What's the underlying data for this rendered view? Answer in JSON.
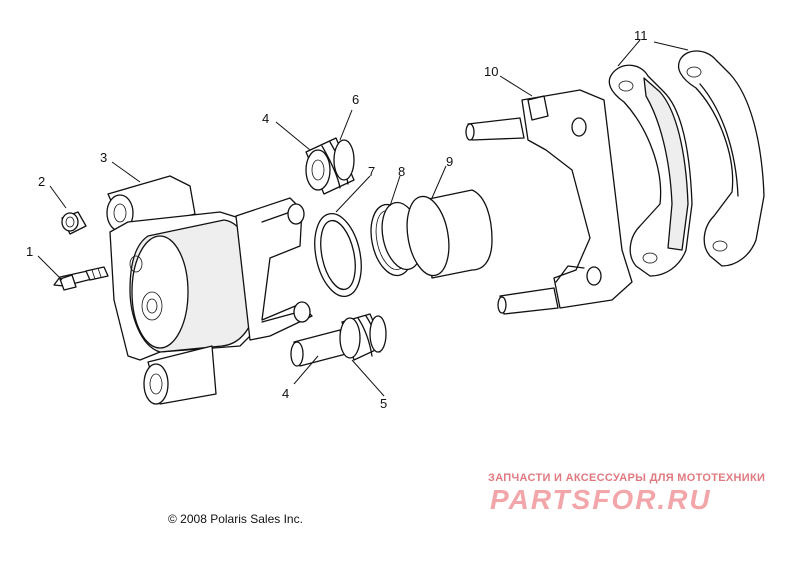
{
  "labels": {
    "l1": "1",
    "l2": "2",
    "l3": "3",
    "l4a": "4",
    "l4b": "4",
    "l5": "5",
    "l6": "6",
    "l7": "7",
    "l8": "8",
    "l9": "9",
    "l10": "10",
    "l11": "11"
  },
  "copyright": "© 2008 Polaris Sales Inc.",
  "watermark": {
    "tagline": "ЗАПЧАСТИ И АКСЕССУАРЫ ДЛЯ МОТОТЕХНИКИ",
    "brand": "PARTSFOR.RU"
  },
  "colors": {
    "line": "#111111",
    "watermark": "#f3a6aa"
  }
}
